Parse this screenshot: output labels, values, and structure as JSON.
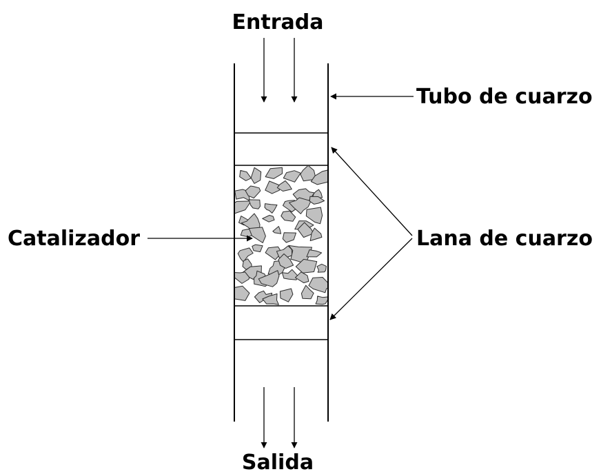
{
  "labels": {
    "inlet": "Entrada",
    "outlet": "Salida",
    "tube": "Tubo de cuarzo",
    "wool": "Lana de cuarzo",
    "catalyst": "Catalizador"
  },
  "colors": {
    "line": "#000000",
    "catalyst_fill": "#c0c0c0",
    "catalyst_stroke": "#2b2b2b",
    "background": "#ffffff"
  }
}
